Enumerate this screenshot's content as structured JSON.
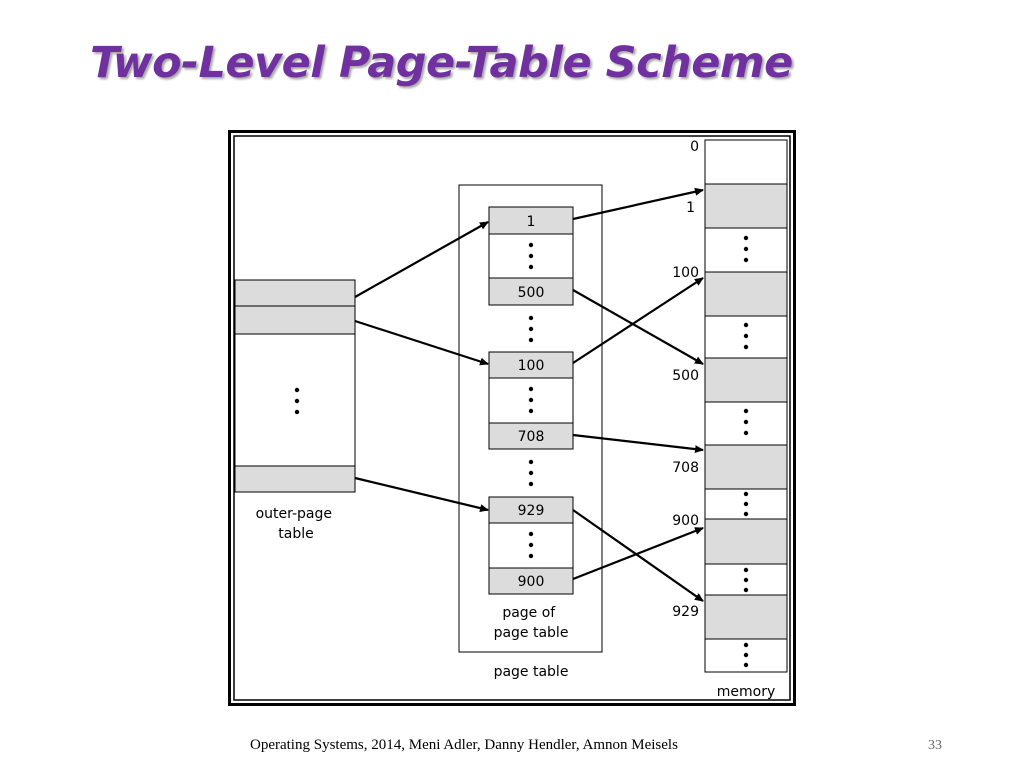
{
  "slide": {
    "title": "Two-Level Page-Table Scheme",
    "footer": "Operating Systems, 2014, Meni Adler, Danny Hendler, Amnon Meisels",
    "page_number": "33"
  },
  "diagram": {
    "outer_table_label": [
      "outer-page",
      "table"
    ],
    "page_of_page_table_label": [
      "page of",
      "page table"
    ],
    "page_table_label": "page table",
    "memory_label": "memory",
    "inner_entries": [
      "1",
      "500",
      "100",
      "708",
      "929",
      "900"
    ],
    "memory_frames": [
      "0",
      "1",
      "100",
      "500",
      "708",
      "900",
      "929"
    ]
  }
}
